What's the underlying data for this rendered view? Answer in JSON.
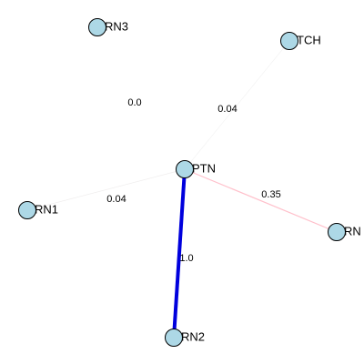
{
  "graph": {
    "node_fill": "#add8e6",
    "node_stroke": "#000000",
    "nodes": [
      {
        "id": "RN3",
        "label": "RN3"
      },
      {
        "id": "TCH",
        "label": "TCH"
      },
      {
        "id": "PTN",
        "label": "PTN"
      },
      {
        "id": "RN1",
        "label": "RN1"
      },
      {
        "id": "RN",
        "label": "RN"
      },
      {
        "id": "RN2",
        "label": "RN2"
      }
    ],
    "edges": [
      {
        "source": "PTN",
        "target": "RN3",
        "weight_label": "0.0",
        "color": "#ffffff"
      },
      {
        "source": "PTN",
        "target": "TCH",
        "weight_label": "0.04",
        "color": "#f2f2f2"
      },
      {
        "source": "PTN",
        "target": "RN1",
        "weight_label": "0.04",
        "color": "#f0eeee"
      },
      {
        "source": "PTN",
        "target": "RN",
        "weight_label": "0.35",
        "color": "#ffc0cb"
      },
      {
        "source": "PTN",
        "target": "RN2",
        "weight_label": "1.0",
        "color": "#0000dd"
      }
    ]
  }
}
